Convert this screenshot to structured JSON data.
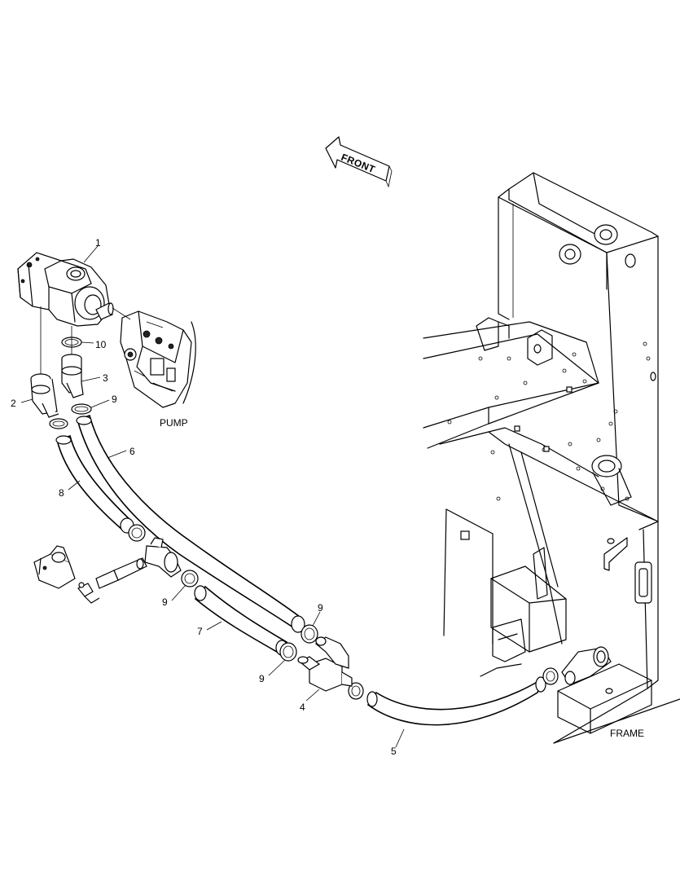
{
  "front_arrow": {
    "text": "FRONT"
  },
  "section_labels": {
    "pump": "PUMP",
    "frame": "FRAME"
  },
  "callouts": {
    "c1": "1",
    "c2": "2",
    "c3": "3",
    "c4": "4",
    "c5": "5",
    "c6": "6",
    "c7": "7",
    "c8": "8",
    "c9a": "9",
    "c9b": "9",
    "c9c": "9",
    "c9d": "9",
    "c10": "10"
  },
  "colors": {
    "line": "#000000",
    "background": "#ffffff"
  }
}
